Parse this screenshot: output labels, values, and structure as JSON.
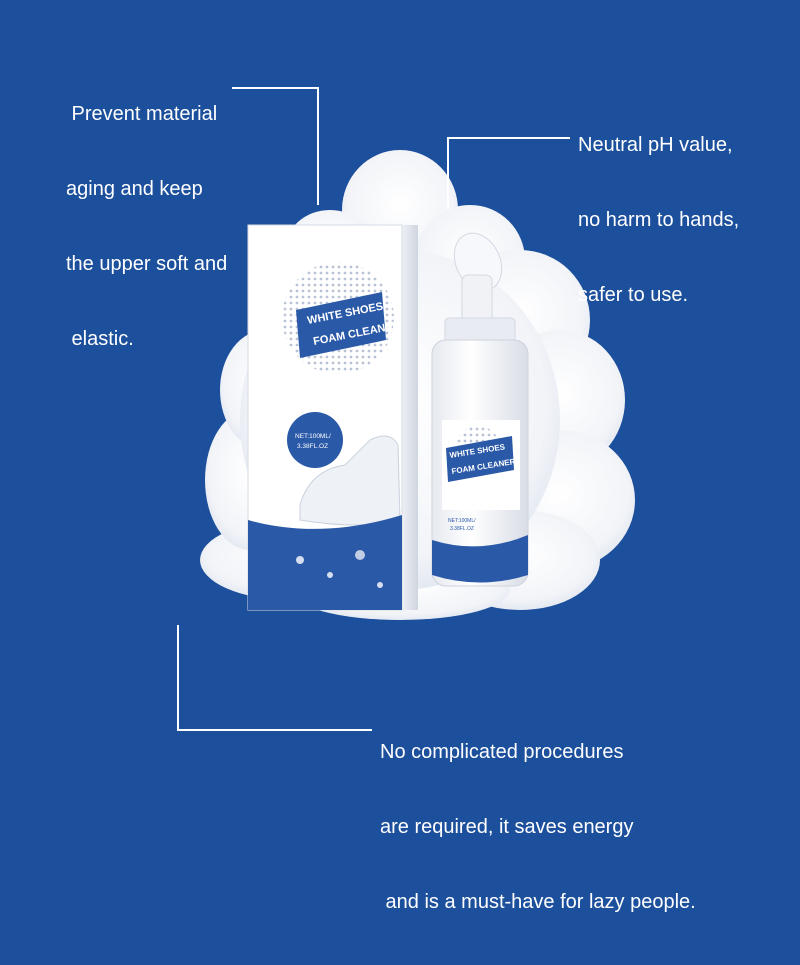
{
  "callouts": {
    "top_left": {
      "line1": " Prevent material",
      "line2": "aging and keep",
      "line3": "the upper soft and",
      "line4": " elastic."
    },
    "top_right": {
      "line1": "Neutral pH value,",
      "line2": "no harm to hands,",
      "line3": "safer to use."
    },
    "bottom": {
      "line1": "No complicated procedures",
      "line2": "are required, it saves energy",
      "line3": " and is a must-have for lazy people."
    }
  },
  "product": {
    "box_label_line1": "WHITE SHOES",
    "box_label_line2": "FOAM CLEANER",
    "box_net_line1": "NET:100ML/",
    "box_net_line2": "3.38FL.OZ",
    "bottle_label_line1": "WHITE SHOES",
    "bottle_label_line2": "FOAM CLEANER",
    "bottle_net_line1": "NET:100ML/",
    "bottle_net_line2": "3.38FL.OZ"
  },
  "colors": {
    "background": "#1c4f9c",
    "label_blue": "#2a59a8",
    "foam": "#f4f6fa",
    "text": "#ffffff"
  }
}
